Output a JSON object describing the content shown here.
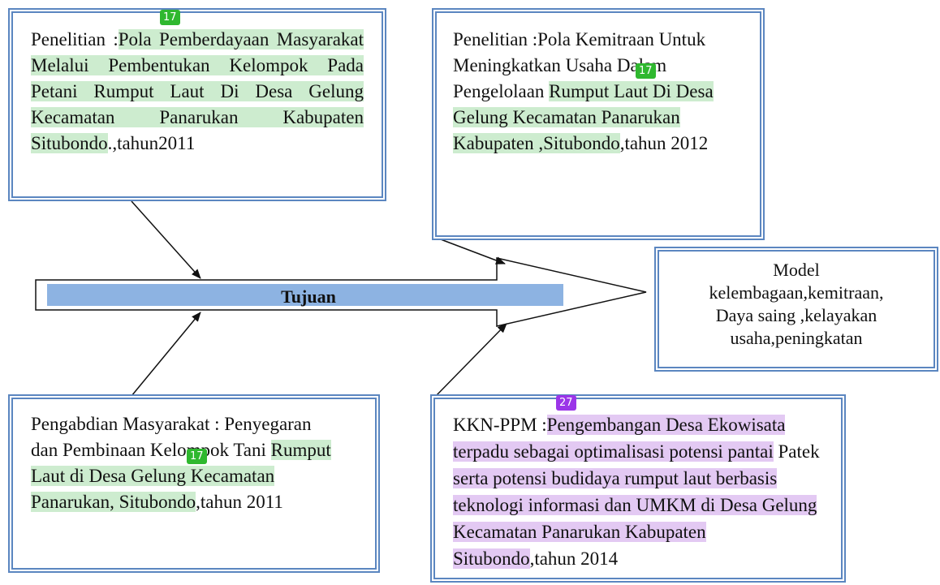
{
  "boxes": {
    "top_left": {
      "text": [
        {
          "t": "Penelitian :",
          "h": ""
        },
        {
          "t": "Pola Pemberdayaan Masyarakat Melalui Pembentukan Kelompok Pada Petani Rumput Laut Di Desa Gelung Kecamatan Panarukan Kabupaten Situbondo",
          "h": "g"
        },
        {
          "t": ".,tahun2011",
          "h": ""
        }
      ],
      "badge": "17"
    },
    "top_right": {
      "text": [
        {
          "t": "Penelitian :Pola Kemitraan Untuk Meningkatkan Usaha Dalam Pengelolaan ",
          "h": ""
        },
        {
          "t": "Rumput Laut Di Desa Gelung Kecamatan Panarukan Kabupaten ,Situbondo",
          "h": "g"
        },
        {
          "t": ",tahun 2012",
          "h": ""
        }
      ],
      "badge": "17"
    },
    "bottom_left": {
      "text": [
        {
          "t": "Pengabdian Masyarakat : Penyegaran dan Pembinaan Kelompok Tani ",
          "h": ""
        },
        {
          "t": "Rumput Laut di Desa Gelung Kecamatan Panarukan, Situbondo",
          "h": "g"
        },
        {
          "t": ",tahun 2011",
          "h": ""
        }
      ],
      "badge": "17"
    },
    "bottom_right": {
      "text": [
        {
          "t": "KKN-PPM :",
          "h": ""
        },
        {
          "t": "Pengembangan Desa Ekowisata terpadu sebagai optimalisasi potensi pantai",
          "h": "p"
        },
        {
          "t": " Patek ",
          "h": ""
        },
        {
          "t": "serta potensi budidaya rumput laut berbasis teknologi informasi dan UMKM di Desa Gelung Kecamatan Panarukan Kabupaten Situbondo",
          "h": "p"
        },
        {
          "t": ",tahun 2014",
          "h": ""
        }
      ],
      "badge": "27"
    },
    "model": {
      "lines": [
        "Model",
        "kelembagaan,kemitraan,",
        "Daya saing ,kelayakan",
        "usaha,peningkatan"
      ]
    }
  },
  "arrow": {
    "label": "Tujuan"
  },
  "colors": {
    "border": "#5b86c0",
    "green_highlight": "#cdeccf",
    "purple_highlight": "#e3c9f3",
    "bar": "#8db3e2",
    "badge_green": "#2fb82f",
    "badge_purple": "#9b35e8"
  }
}
